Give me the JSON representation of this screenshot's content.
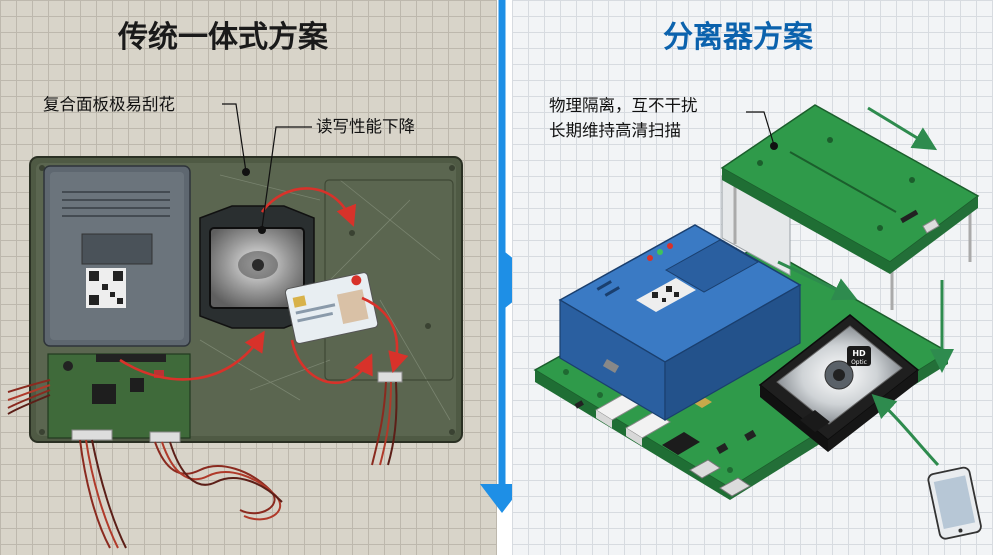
{
  "left_panel": {
    "title": "传统一体式方案",
    "callouts": [
      "复合面板极易刮花",
      "读写性能下降"
    ]
  },
  "right_panel": {
    "title": "分离器方案",
    "callouts": [
      "物理隔离，互不干扰",
      "长期维持高清扫描"
    ],
    "scanner_badge": {
      "line1": "HD",
      "line2": "Optic"
    }
  },
  "colors": {
    "left_background": "#d8d4c9",
    "right_background": "#f2f4f6",
    "accent_blue": "#1e8fe6",
    "pcb_green": "#2f9a4a",
    "arrow_red": "#d8322a",
    "arrow_green": "#2e8b4e",
    "scanner_box_blue": "#2f6cb3"
  }
}
